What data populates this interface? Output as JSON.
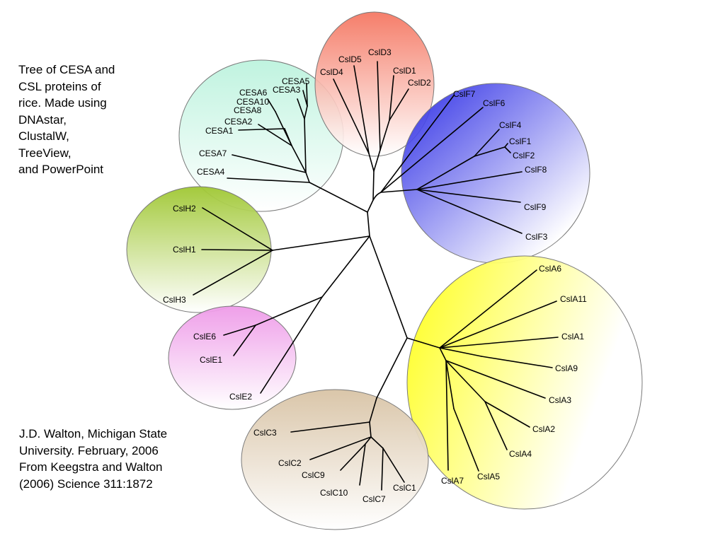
{
  "notes": {
    "top": [
      "Tree of CESA and",
      "CSL proteins of",
      "rice. Made using",
      "DNAstar,",
      "ClustalW,",
      "TreeView,",
      "and PowerPoint"
    ],
    "bottom": [
      "J.D. Walton, Michigan State",
      "University. February, 2006",
      "From Keegstra and Walton",
      "(2006) Science 311:1872"
    ]
  },
  "cluster_colors": {
    "CESA": "#b9f2dc",
    "CslD": "#f4705a",
    "CslF": "#3333e6",
    "CslH": "#9fc732",
    "CslE": "#ee9ae8",
    "CslA": "#ffff33",
    "CslC": "#d8c3a5"
  },
  "labels": {
    "CslD3": "CslD3",
    "CslD5": "CslD5",
    "CslD4": "CslD4",
    "CslD1": "CslD1",
    "CslD2": "CslD2",
    "CESA5": "CESA5",
    "CESA6": "CESA6",
    "CESA3": "CESA3",
    "CESA10": "CESA10",
    "CESA8": "CESA8",
    "CESA2": "CESA2",
    "CESA1": "CESA1",
    "CESA7": "CESA7",
    "CESA4": "CESA4",
    "CslF7": "CslF7",
    "CslF6": "CslF6",
    "CslF4": "CslF4",
    "CslF1": "CslF1",
    "CslF2": "CslF2",
    "CslF8": "CslF8",
    "CslF9": "CslF9",
    "CslF3": "CslF3",
    "CslH2": "CslH2",
    "CslH1": "CslH1",
    "CslH3": "CslH3",
    "CslE6": "CslE6",
    "CslE1": "CslE1",
    "CslE2": "CslE2",
    "CslA6": "CslA6",
    "CslA11": "CslA11",
    "CslA1": "CslA1",
    "CslA9": "CslA9",
    "CslA3": "CslA3",
    "CslA2": "CslA2",
    "CslA4": "CslA4",
    "CslA5": "CslA5",
    "CslA7": "CslA7",
    "CslC3": "CslC3",
    "CslC2": "CslC2",
    "CslC9": "CslC9",
    "CslC10": "CslC10",
    "CslC7": "CslC7",
    "CslC1": "CslC1"
  }
}
